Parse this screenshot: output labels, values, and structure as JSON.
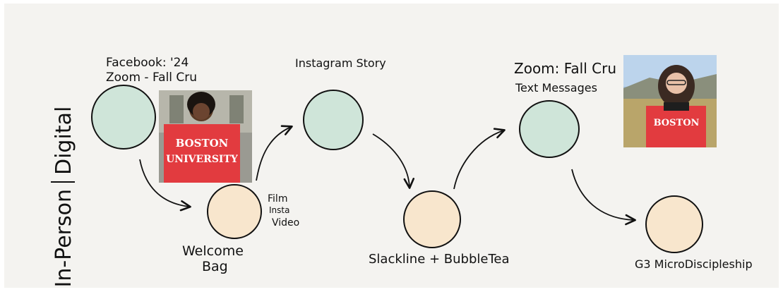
{
  "sidebar_label": {
    "left_part": "In-Person",
    "right_part": "Digital"
  },
  "nodes": [
    {
      "id": "n1",
      "kind": "digital",
      "labels": [
        "Facebook: '24",
        "Zoom - Fall Cru"
      ]
    },
    {
      "id": "n2",
      "kind": "in_person",
      "labels": [
        "Welcome",
        "Bag"
      ],
      "side_note": [
        "Film",
        "Insta",
        "Video"
      ]
    },
    {
      "id": "n3",
      "kind": "digital",
      "labels": [
        "Instagram Story"
      ]
    },
    {
      "id": "n4",
      "kind": "in_person",
      "labels": [
        "Slackline + BubbleTea"
      ]
    },
    {
      "id": "n5",
      "kind": "digital",
      "labels": [
        "Zoom: Fall Cru",
        "Text Messages"
      ]
    },
    {
      "id": "n6",
      "kind": "in_person",
      "labels": [
        "G3 MicroDiscipleship"
      ]
    }
  ],
  "photos": [
    {
      "id": "photo-1",
      "sweatshirt_text": [
        "BOSTON",
        "UNIVERSITY"
      ]
    },
    {
      "id": "photo-2",
      "sweatshirt_text": [
        "BOSTON"
      ]
    }
  ],
  "colors": {
    "page_bg": "#f4f3f0",
    "digital_fill": "#cfe5d9",
    "in_person_fill": "#f8e6cd",
    "stroke": "#111111",
    "sweatshirt_red": "#e23b3f"
  }
}
